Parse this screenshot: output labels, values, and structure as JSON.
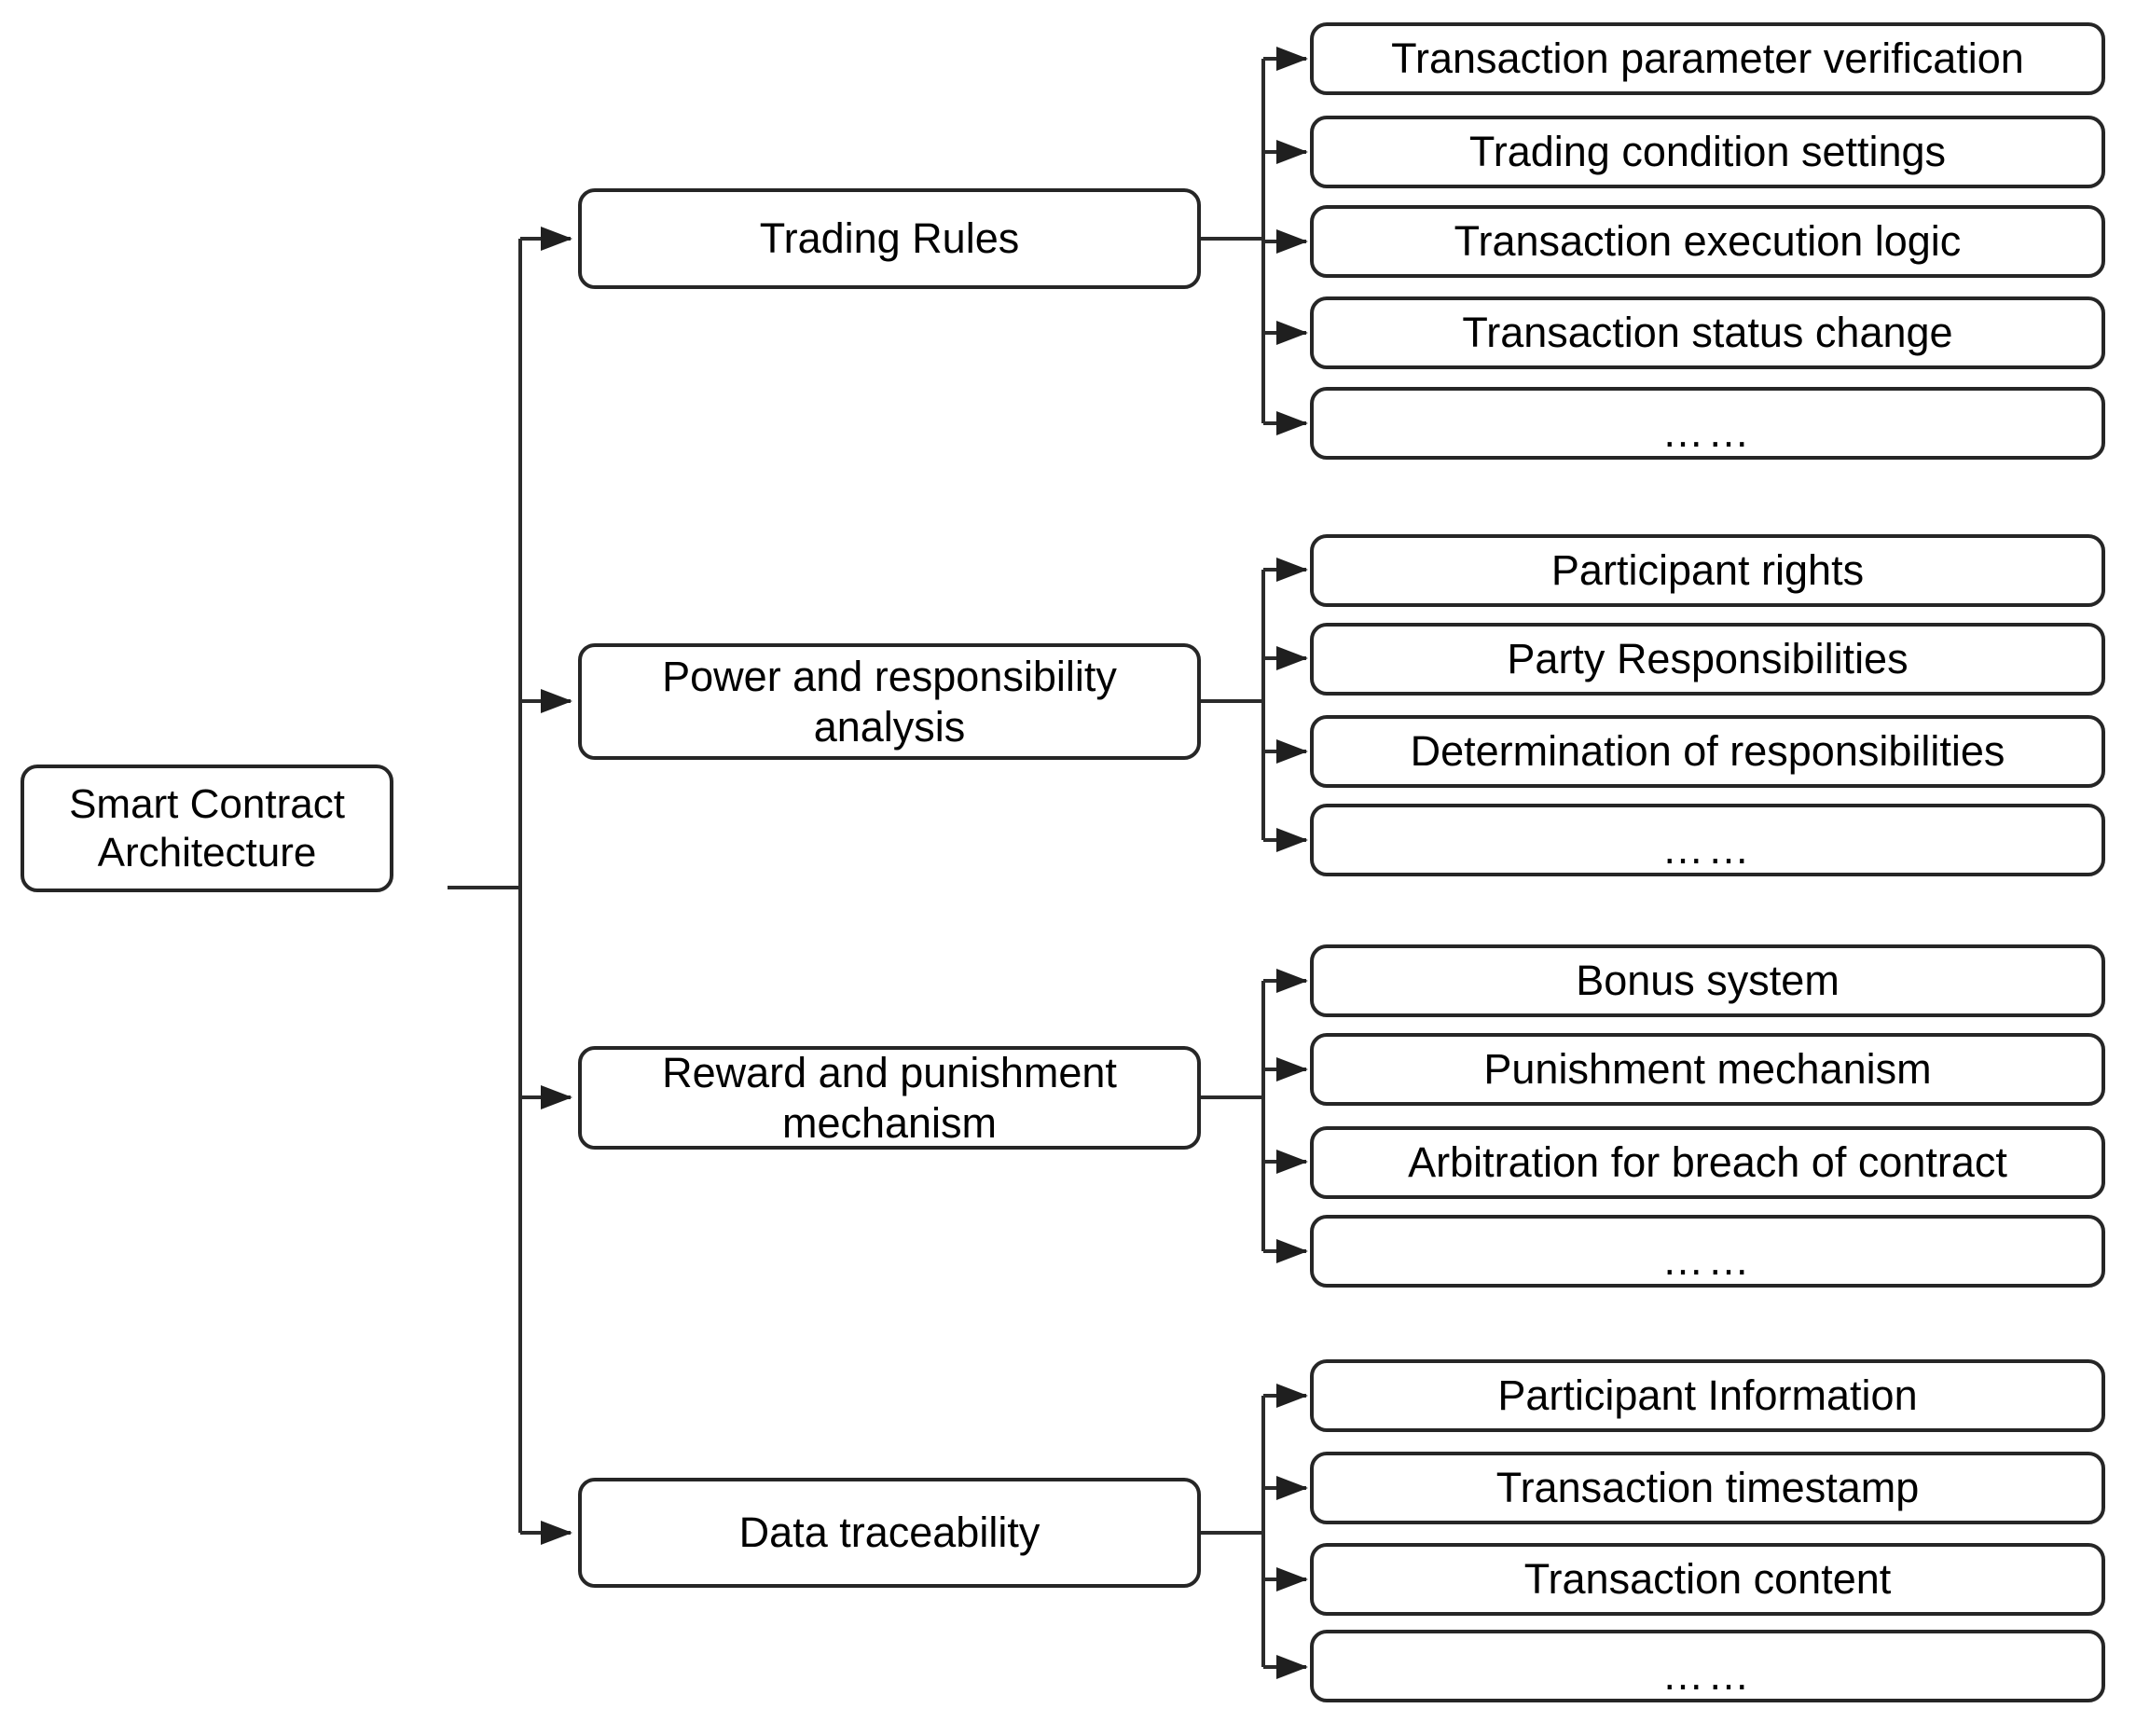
{
  "diagram": {
    "title": "Smart Contract Architecture tree",
    "colors": {
      "stroke": "#262626",
      "fill": "#ffffff",
      "text": "#000000"
    },
    "root": {
      "label": "Smart Contract Architecture"
    },
    "branches": [
      {
        "label": "Trading Rules",
        "children": [
          "Transaction parameter verification",
          "Trading condition settings",
          "Transaction execution logic",
          "Transaction status change",
          "……"
        ]
      },
      {
        "label": "Power and responsibility analysis",
        "children": [
          "Participant rights",
          "Party Responsibilities",
          "Determination of responsibilities",
          "……"
        ]
      },
      {
        "label": "Reward and punishment mechanism",
        "children": [
          "Bonus system",
          "Punishment mechanism",
          "Arbitration for breach of contract",
          "……"
        ]
      },
      {
        "label": "Data traceability",
        "children": [
          "Participant Information",
          "Transaction timestamp",
          "Transaction content",
          "……"
        ]
      }
    ]
  }
}
